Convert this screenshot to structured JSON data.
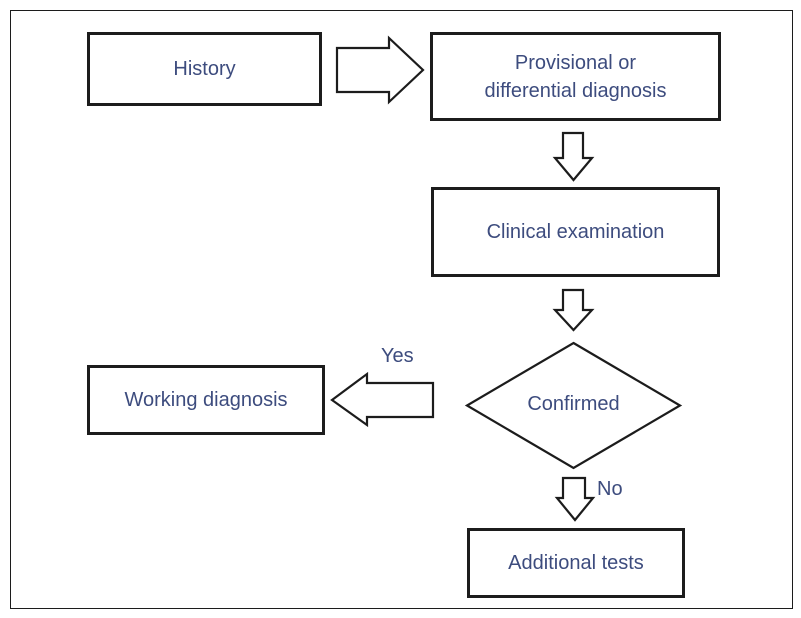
{
  "figure": {
    "type": "flowchart",
    "description": "Diagnostic process flowchart"
  },
  "colors": {
    "background": "#ffffff",
    "shape_border": "#1c1c1c",
    "text": "#3d4c7e"
  },
  "nodes": {
    "history": {
      "label": "History",
      "shape": "rectangle"
    },
    "provisional": {
      "label": "Provisional or\ndifferential diagnosis",
      "shape": "rectangle"
    },
    "clinical": {
      "label": "Clinical examination",
      "shape": "rectangle"
    },
    "confirmed": {
      "label": "Confirmed",
      "shape": "diamond"
    },
    "working": {
      "label": "Working diagnosis",
      "shape": "rectangle"
    },
    "additional": {
      "label": "Additional tests",
      "shape": "rectangle"
    }
  },
  "edges": {
    "yes_label": "Yes",
    "no_label": "No",
    "connections": [
      {
        "from": "history",
        "to": "provisional",
        "label": "",
        "direction": "right"
      },
      {
        "from": "provisional",
        "to": "clinical",
        "label": "",
        "direction": "down"
      },
      {
        "from": "clinical",
        "to": "confirmed",
        "label": "",
        "direction": "down"
      },
      {
        "from": "confirmed",
        "to": "working",
        "label": "Yes",
        "direction": "left"
      },
      {
        "from": "confirmed",
        "to": "additional",
        "label": "No",
        "direction": "down"
      }
    ]
  }
}
